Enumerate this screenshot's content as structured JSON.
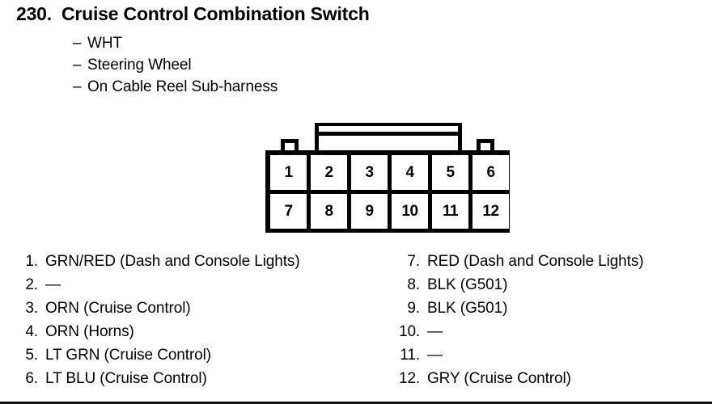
{
  "header": {
    "number": "230.",
    "title": "Cruise Control Combination Switch",
    "bullets": [
      "WHT",
      "Steering Wheel",
      "On Cable Reel Sub-harness"
    ],
    "dash": "–"
  },
  "connector": {
    "rows": [
      [
        "1",
        "2",
        "3",
        "4",
        "5",
        "6"
      ],
      [
        "7",
        "8",
        "9",
        "10",
        "11",
        "12"
      ]
    ]
  },
  "pins": {
    "left": [
      {
        "n": "1.",
        "label": "GRN/RED (Dash and Console Lights)"
      },
      {
        "n": "2.",
        "label": "—"
      },
      {
        "n": "3.",
        "label": "ORN (Cruise Control)"
      },
      {
        "n": "4.",
        "label": "ORN (Horns)"
      },
      {
        "n": "5.",
        "label": "LT GRN (Cruise Control)"
      },
      {
        "n": "6.",
        "label": "LT BLU (Cruise Control)"
      }
    ],
    "right": [
      {
        "n": "7.",
        "label": "RED (Dash and Console Lights)"
      },
      {
        "n": "8.",
        "label": "BLK (G501)"
      },
      {
        "n": "9.",
        "label": "BLK (G501)"
      },
      {
        "n": "10.",
        "label": "—"
      },
      {
        "n": "11.",
        "label": "—"
      },
      {
        "n": "12.",
        "label": "GRY (Cruise Control)"
      }
    ]
  }
}
